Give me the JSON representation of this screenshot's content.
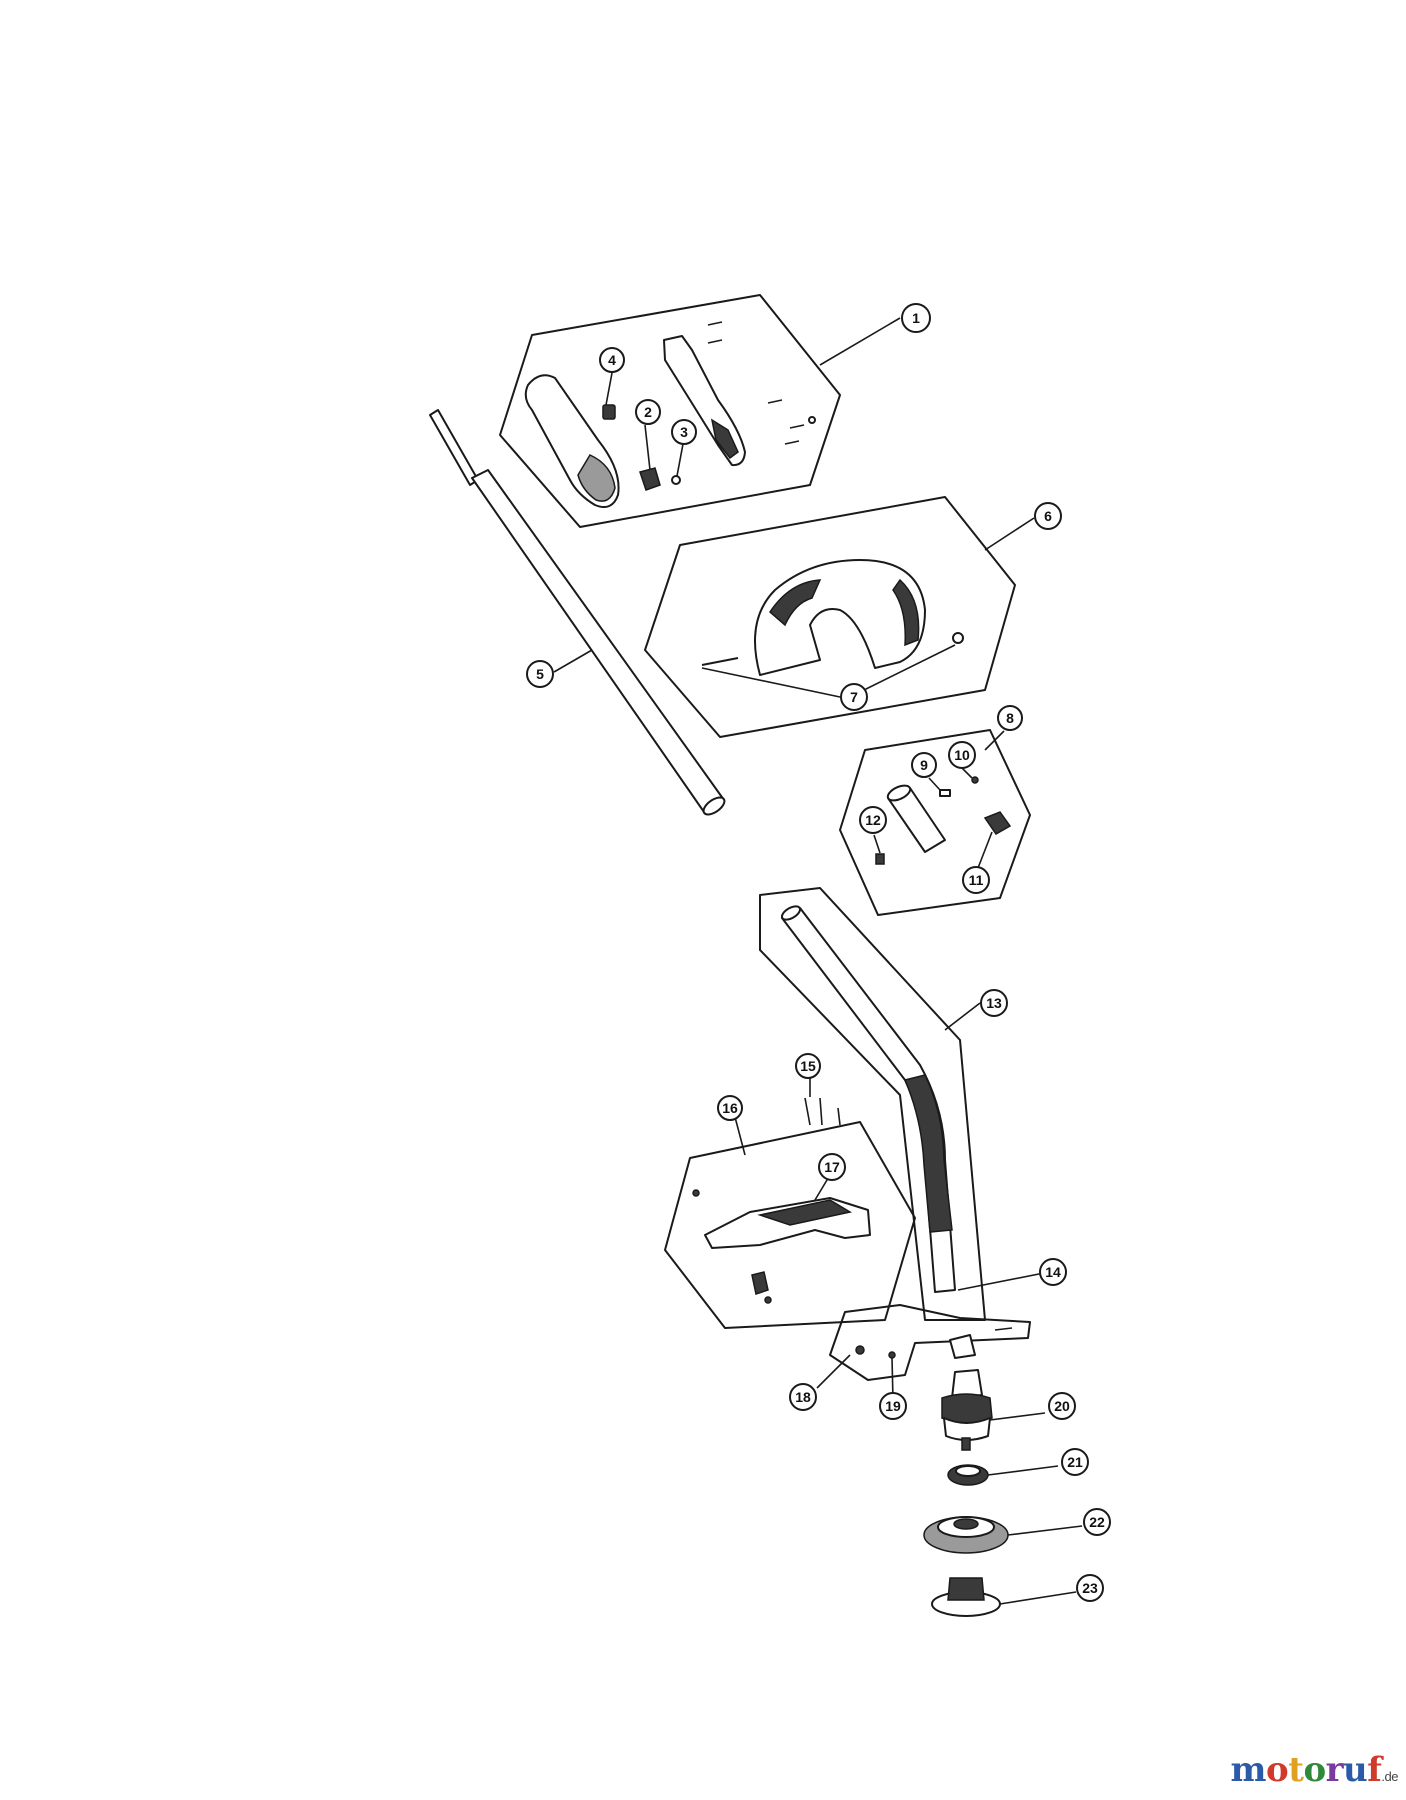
{
  "callouts": [
    {
      "n": "1"
    },
    {
      "n": "2"
    },
    {
      "n": "3"
    },
    {
      "n": "4"
    },
    {
      "n": "5"
    },
    {
      "n": "6"
    },
    {
      "n": "7"
    },
    {
      "n": "8"
    },
    {
      "n": "9"
    },
    {
      "n": "10"
    },
    {
      "n": "11"
    },
    {
      "n": "12"
    },
    {
      "n": "13"
    },
    {
      "n": "14"
    },
    {
      "n": "15"
    },
    {
      "n": "16"
    },
    {
      "n": "17"
    },
    {
      "n": "18"
    },
    {
      "n": "19"
    },
    {
      "n": "20"
    },
    {
      "n": "21"
    },
    {
      "n": "22"
    },
    {
      "n": "23"
    }
  ],
  "watermark": {
    "text": "motoruf",
    "suffix": ".de",
    "colors": [
      "#2b5aa8",
      "#d03a2a",
      "#e0a020",
      "#2e8a3a",
      "#7a3aa0",
      "#2b5aa8",
      "#d03a2a"
    ]
  }
}
